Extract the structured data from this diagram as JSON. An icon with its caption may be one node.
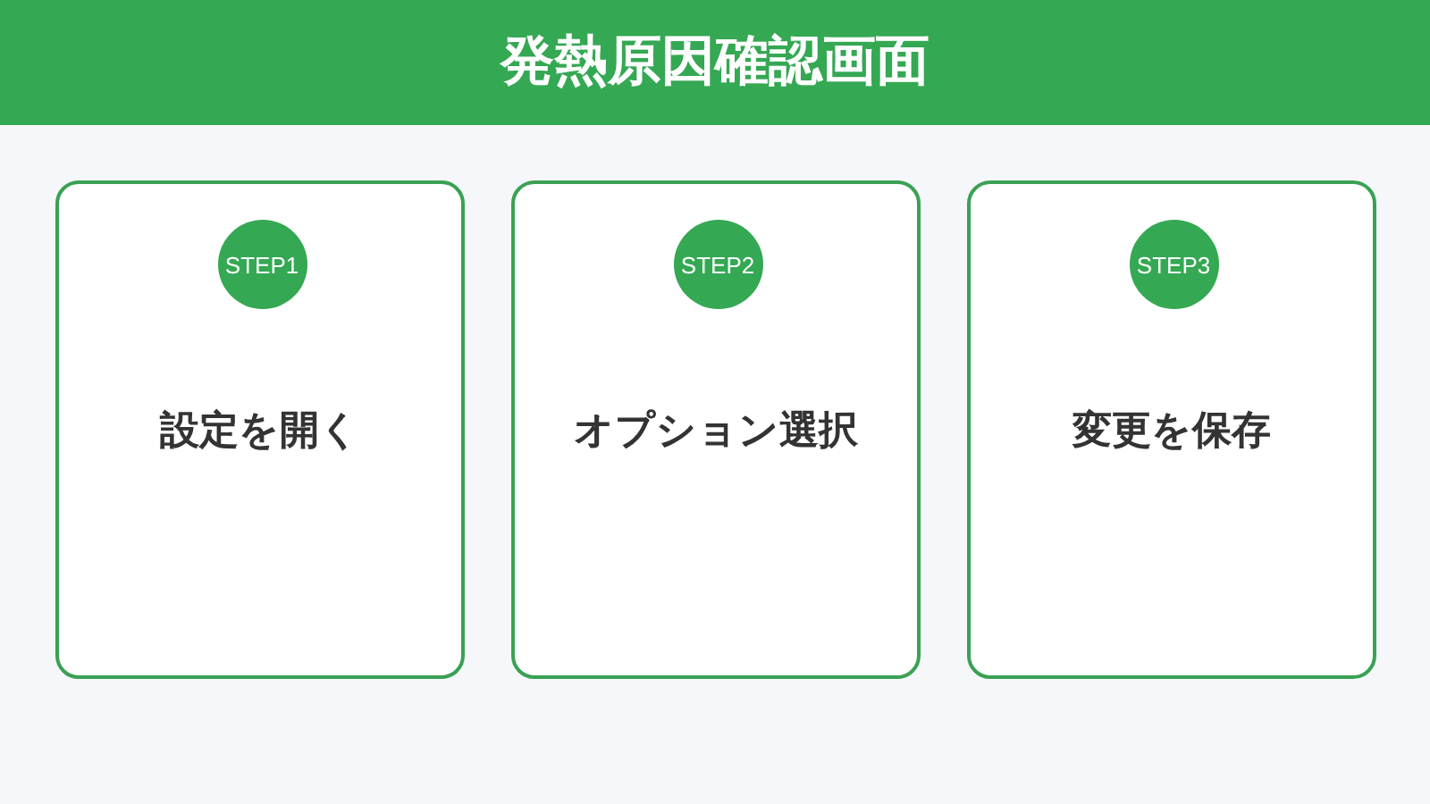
{
  "diagram": {
    "title": "発熱原因確認画面",
    "nodes": [
      {
        "text": [
          "設定を開く"
        ]
      },
      {
        "text": [
          "STEP1"
        ],
        "in": 0
      },
      {
        "text": [
          "オプション選択"
        ]
      },
      {
        "text": [
          "STEP2"
        ],
        "in": 2
      },
      {
        "text": [
          "変更を保存"
        ]
      },
      {
        "text": [
          "STEP3"
        ],
        "in": 4
      }
    ]
  }
}
